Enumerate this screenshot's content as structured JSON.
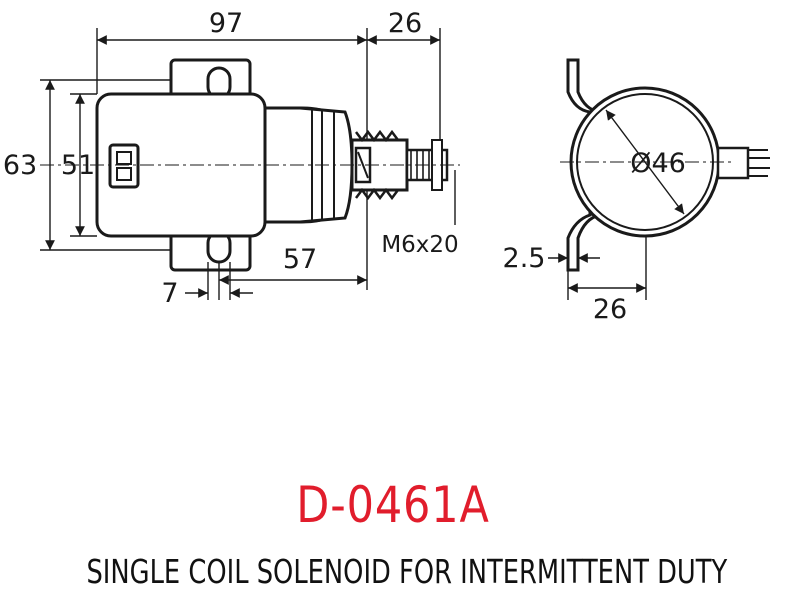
{
  "dimensions": {
    "overall_length": "97",
    "plunger_travel": "26",
    "overall_height": "63",
    "body_height": "51",
    "mount_to_end": "57",
    "flange_offset": "7",
    "thread": "M6x20",
    "diameter": "Ø46",
    "bracket_thickness": "2.5",
    "bracket_depth": "26"
  },
  "title": {
    "model_code": "D-0461A",
    "description": "SINGLE COIL SOLENOID FOR INTERMITTENT DUTY"
  },
  "colors": {
    "model_code": "#e11d2c",
    "drawing": "#1a1a1a"
  }
}
